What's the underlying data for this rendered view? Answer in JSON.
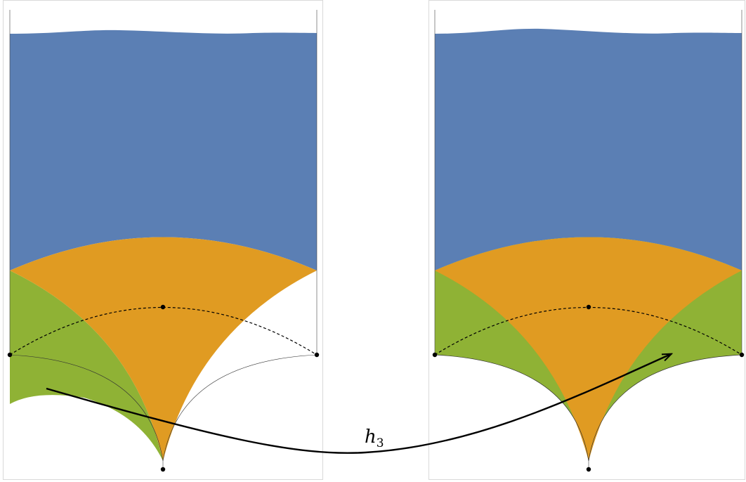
{
  "colors": {
    "blue": "#5b7fb4",
    "orange": "#e09b22",
    "green": "#8fb235",
    "frame": "#d9d9d9",
    "line": "#000000"
  },
  "map": {
    "name": "h",
    "index": "3"
  },
  "panels": [
    "left-panel",
    "right-panel"
  ],
  "regions": [
    "blue-region",
    "orange-region",
    "green-region"
  ]
}
